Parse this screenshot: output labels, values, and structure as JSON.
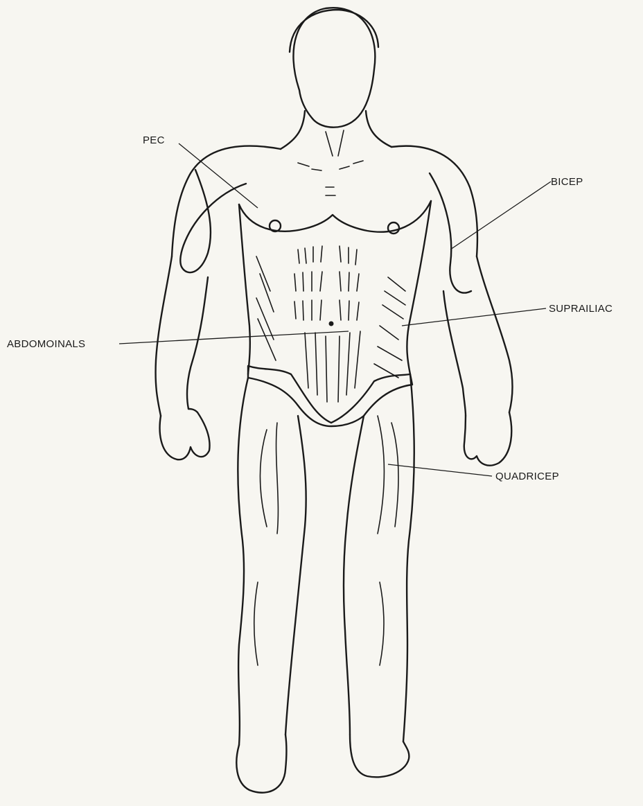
{
  "labels": {
    "pec": "PEC",
    "bicep": "BICEP",
    "suprailiac": "SUPRAILIAC",
    "abdominals": "ABDOMOINALS",
    "quadricep": "QUADRICEP"
  },
  "colors": {
    "ink": "#1a1a1a",
    "paper": "#f7f6f1"
  }
}
